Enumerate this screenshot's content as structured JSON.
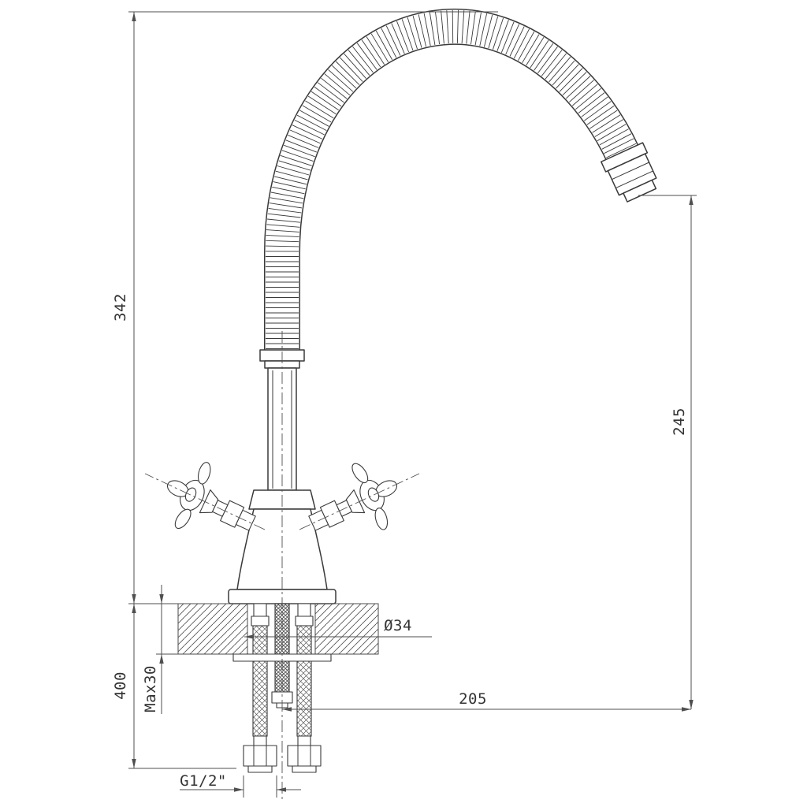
{
  "drawing": {
    "dimensions": {
      "spout_height": "342",
      "spout_drop_height": "245",
      "hose_length_below": "400",
      "max_counter_thickness": "Max30",
      "spout_reach": "205",
      "mount_hole_diameter": "Ø34",
      "connection_thread": "G1/2\""
    },
    "colors": {
      "line": "#3a3a3a",
      "dim": "#4f4f4f",
      "text": "#333333",
      "bg": "#ffffff"
    }
  }
}
